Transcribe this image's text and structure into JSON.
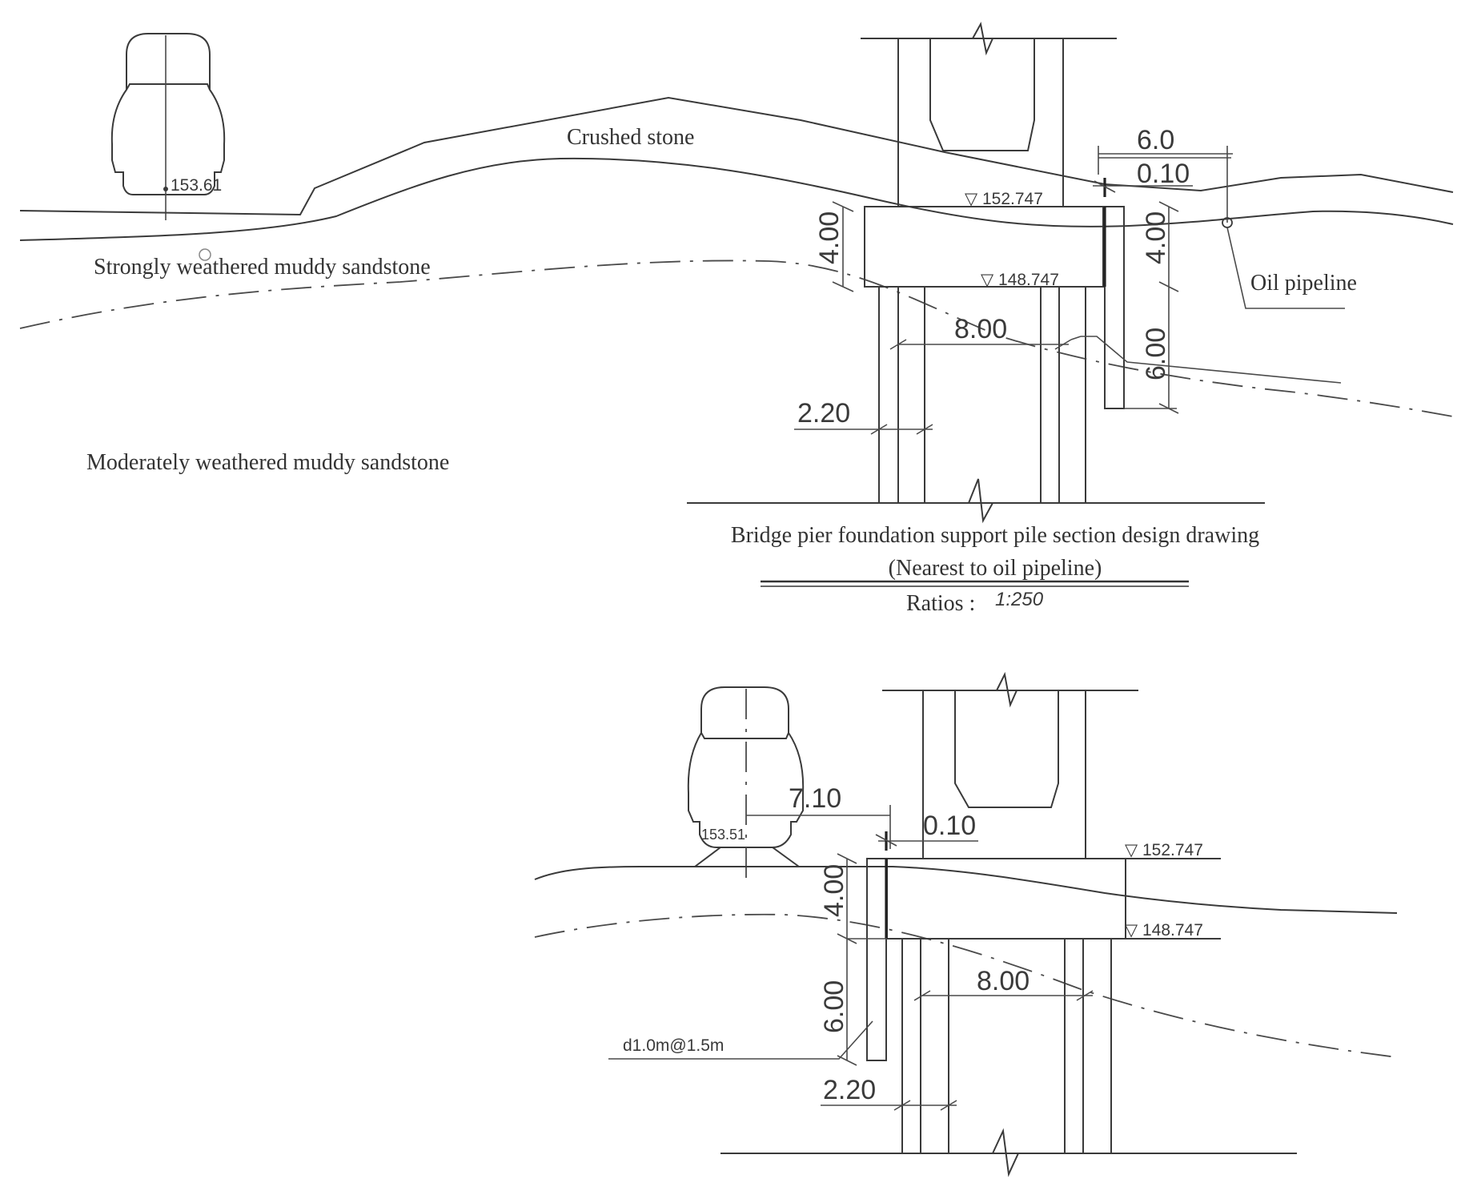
{
  "top_section": {
    "labels": {
      "crushed_stone": "Crushed stone",
      "strongly_weathered": "Strongly weathered muddy sandstone",
      "moderately_weathered": "Moderately weathered muddy sandstone",
      "oil_pipeline": "Oil pipeline"
    },
    "elevations": {
      "tunnel": "153.61",
      "cap_top": "▽ 152.747",
      "cap_bottom": "▽ 148.747"
    },
    "dims": {
      "clear_6_0": "6.0",
      "gap_0_10": "0.10",
      "cap_height_left": "4.00",
      "cap_height_right": "4.00",
      "pile_spacing": "8.00",
      "pile_depth": "6.00",
      "pile_width": "2.20"
    },
    "title": "Bridge pier foundation support pile section design drawing",
    "subtitle": "(Nearest to oil pipeline)",
    "ratio_label": "Ratios :",
    "ratio_value": "1:250"
  },
  "bottom_section": {
    "elevations": {
      "tunnel": "153.51",
      "cap_top": "▽ 152.747",
      "cap_bottom": "▽ 148.747"
    },
    "dims": {
      "clear_7_10": "7.10",
      "gap_0_10": "0.10",
      "cap_height": "4.00",
      "pile_depth": "6.00",
      "pile_spacing": "8.00",
      "pile_width": "2.20",
      "pile_spec": "d1.0m@1.5m"
    }
  }
}
